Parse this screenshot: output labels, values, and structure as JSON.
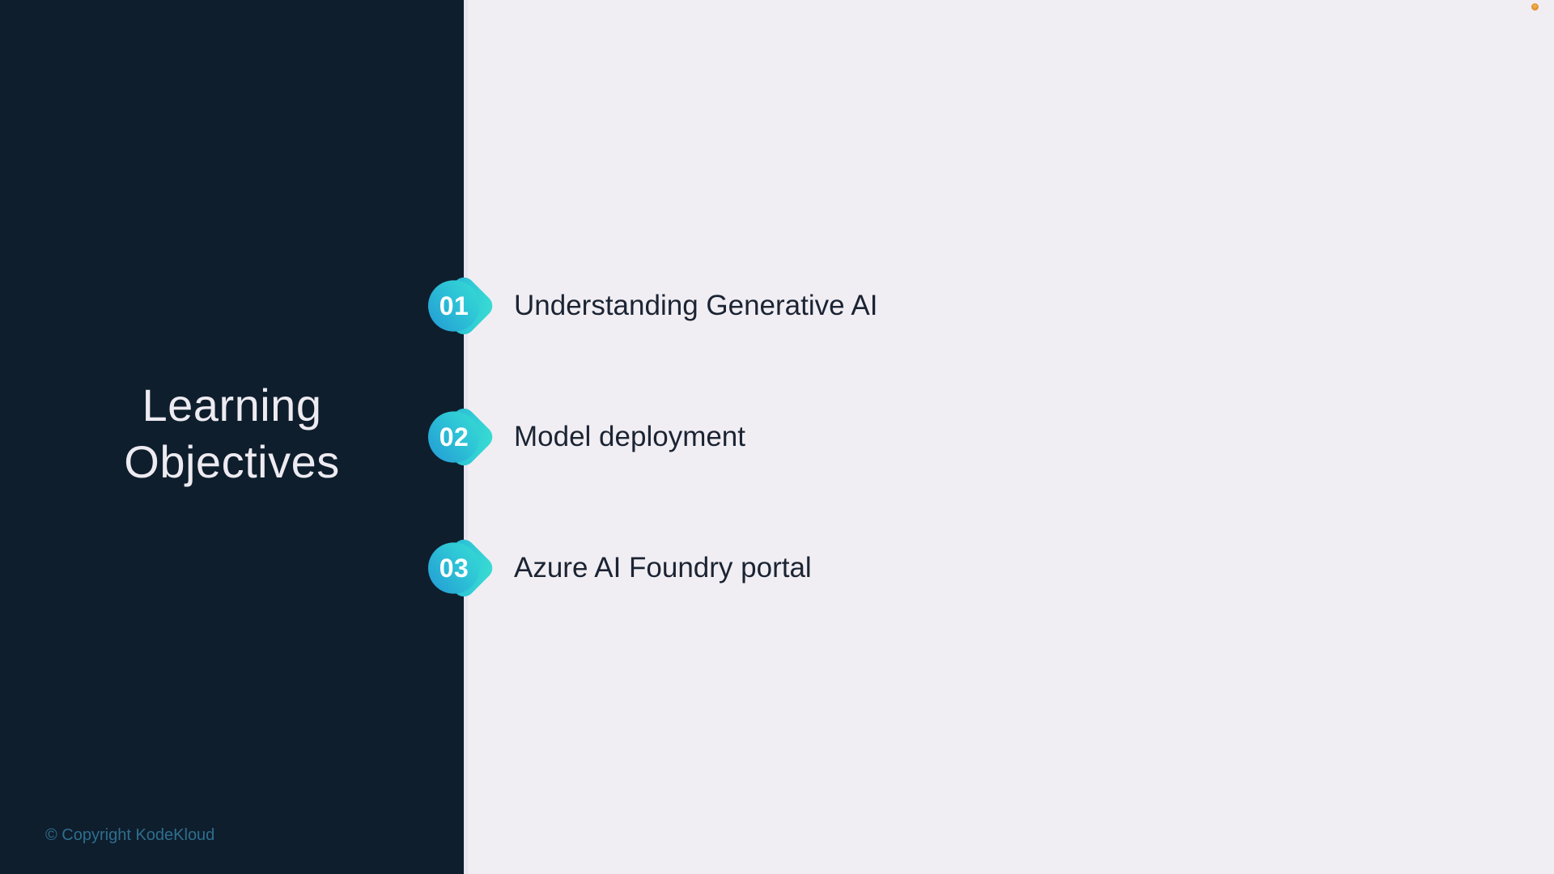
{
  "title": {
    "line1": "Learning",
    "line2": "Objectives"
  },
  "footer": {
    "copyright": "© Copyright KodeKloud"
  },
  "objectives": [
    {
      "number": "01",
      "label": "Understanding Generative AI"
    },
    {
      "number": "02",
      "label": "Model deployment"
    },
    {
      "number": "03",
      "label": "Azure AI Foundry portal"
    }
  ],
  "icons": {
    "badge_shape": "arrow-pin-icon",
    "indicator": "recording-dot-icon"
  },
  "colors": {
    "panel_bg": "#0e1e2d",
    "content_bg": "#f1eef3",
    "panel_edge_strip": "#e7e5f0",
    "badge_gradient_start": "#2298d4",
    "badge_gradient_end": "#3fe9cf",
    "badge_number_text": "#ffffff",
    "item_text": "#1b2433",
    "title_text": "#edebf1",
    "copyright_text": "#2f6e8e",
    "indicator_dot": "#e2952f"
  }
}
